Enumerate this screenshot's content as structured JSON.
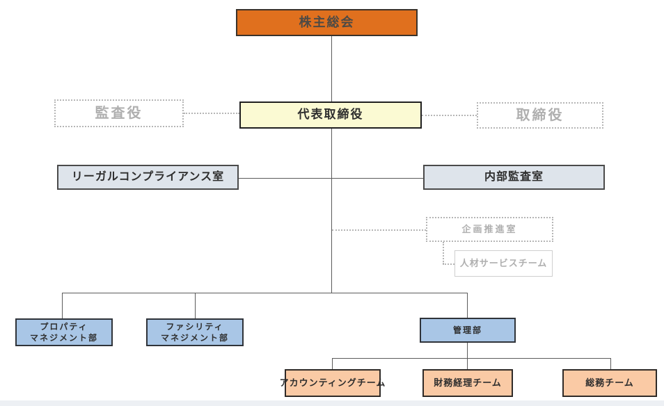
{
  "colors": {
    "orange_fill": "#E0701E",
    "orange_border": "#3A322A",
    "orange_text": "#4D4A45",
    "yellow_fill": "#FBFAD3",
    "yellow_border": "#1F1F1F",
    "bluegray_fill": "#DEE4EB",
    "bluegray_border": "#4A4A4A",
    "blue_fill": "#A9C6E6",
    "blue_border": "#2F3339",
    "salmon_fill": "#FACAA5",
    "salmon_border": "#2F2A27",
    "ghost_border": "#B5B5B5",
    "ghost_text": "#AFAFAF",
    "ghost_solid_border": "#CFCFCF",
    "dark_text": "#2E2E2E",
    "line_solid": "#5A5A5A",
    "line_dotted": "#B5B5B5",
    "footer_strip": "#EDF0F4"
  },
  "org_chart": {
    "nodes": {
      "shareholders_meeting": {
        "label": "株主総会"
      },
      "representative_director": {
        "label": "代表取締役"
      },
      "auditor": {
        "label": "監査役"
      },
      "director": {
        "label": "取締役"
      },
      "legal_compliance_office": {
        "label": "リーガルコンプライアンス室"
      },
      "internal_audit_office": {
        "label": "内部監査室"
      },
      "planning_promotion_office": {
        "label": "企画推進室"
      },
      "hr_service_team": {
        "label": "人材サービスチーム"
      },
      "property_management_dept": {
        "label_line1": "プロパティ",
        "label_line2": "マネジメント部"
      },
      "facility_management_dept": {
        "label_line1": "ファシリティ",
        "label_line2": "マネジメント部"
      },
      "administration_dept": {
        "label": "管理部"
      },
      "accounting_team": {
        "label": "アカウンティングチーム"
      },
      "finance_accounting_team": {
        "label": "財務経理チーム"
      },
      "general_affairs_team": {
        "label": "総務チーム"
      }
    },
    "edges": [
      {
        "from": "shareholders_meeting",
        "to": "representative_director",
        "style": "solid"
      },
      {
        "from": "representative_director",
        "to": "auditor",
        "style": "dotted"
      },
      {
        "from": "representative_director",
        "to": "director",
        "style": "dotted"
      },
      {
        "from": "representative_director",
        "to": "legal_compliance_office",
        "style": "solid"
      },
      {
        "from": "representative_director",
        "to": "internal_audit_office",
        "style": "solid"
      },
      {
        "from": "representative_director",
        "to": "planning_promotion_office",
        "style": "dotted"
      },
      {
        "from": "planning_promotion_office",
        "to": "hr_service_team",
        "style": "dotted"
      },
      {
        "from": "representative_director",
        "to": "property_management_dept",
        "style": "solid"
      },
      {
        "from": "representative_director",
        "to": "facility_management_dept",
        "style": "solid"
      },
      {
        "from": "representative_director",
        "to": "administration_dept",
        "style": "solid"
      },
      {
        "from": "administration_dept",
        "to": "accounting_team",
        "style": "solid"
      },
      {
        "from": "administration_dept",
        "to": "finance_accounting_team",
        "style": "solid"
      },
      {
        "from": "administration_dept",
        "to": "general_affairs_team",
        "style": "solid"
      }
    ]
  }
}
